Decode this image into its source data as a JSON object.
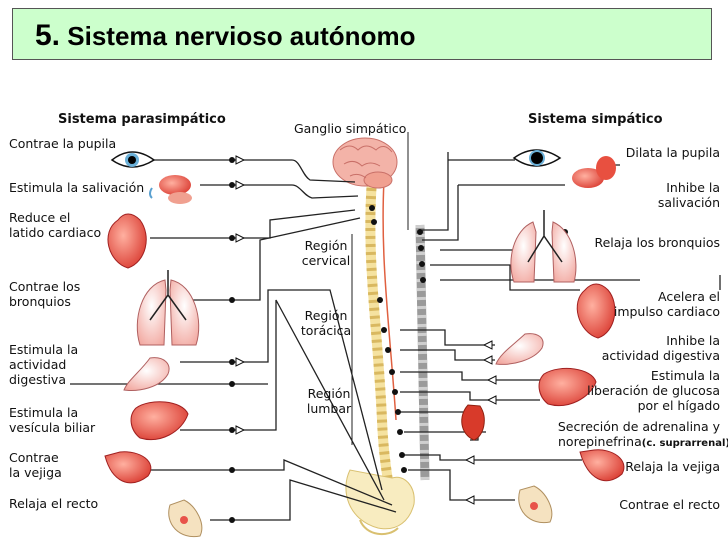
{
  "title": {
    "number": "5.",
    "text": "Sistema nervioso autónomo"
  },
  "headers": {
    "parasympathetic": "Sistema parasimpático",
    "ganglion": "Ganglio simpático",
    "sympathetic": "Sistema simpático"
  },
  "regions": {
    "cervical": [
      "Región",
      "cervical"
    ],
    "thoracic": [
      "Región",
      "torácica"
    ],
    "lumbar": [
      "Región",
      "lumbar"
    ]
  },
  "left_labels": [
    [
      "Contrae la pupila"
    ],
    [
      "Estimula la salivación"
    ],
    [
      "Reduce el",
      "latido cardiaco"
    ],
    [
      "Contrae los",
      "bronquios"
    ],
    [
      "Estimula la",
      "actividad",
      "digestiva"
    ],
    [
      "Estimula la",
      "vesícula biliar"
    ],
    [
      "Contrae",
      "la vejiga"
    ],
    [
      "Relaja el recto"
    ]
  ],
  "right_labels": [
    [
      "Dilata la pupila"
    ],
    [
      "Inhibe la",
      "salivación"
    ],
    [
      "Relaja los bronquios"
    ],
    [
      "Acelera el",
      "impulso cardiaco"
    ],
    [
      "Inhibe la",
      "actividad digestiva"
    ],
    [
      "Estimula la",
      "liberación de glucosa",
      "por el hígado"
    ],
    [
      "Secreción de adrenalina y"
    ],
    [
      "Relaja la vejiga"
    ],
    [
      "Contrae el recto"
    ]
  ],
  "adrenal": {
    "main": "norepinefrina",
    "note": "(c. suprarrenal)"
  },
  "colors": {
    "title_bg": "#ccffcc",
    "organ": "#e8534a",
    "organ_light": "#f5b8b0",
    "brain": "#f3b3a8",
    "spine": "#f5e2a0",
    "chain": "#9a9a9a"
  }
}
